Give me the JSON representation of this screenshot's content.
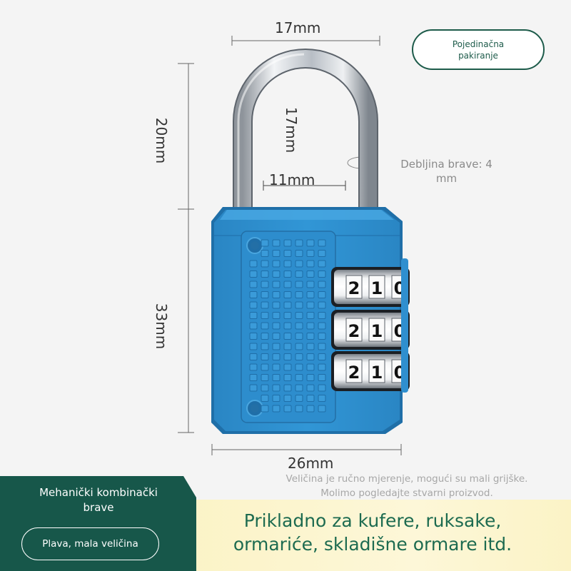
{
  "badge": {
    "line1": "Pojedinačna",
    "line2": "pakiranje"
  },
  "dimensions": {
    "top_width": "17mm",
    "shackle_height": "17mm",
    "shackle_inner": "11mm",
    "upper_height": "20mm",
    "body_height": "33mm",
    "body_width": "26mm"
  },
  "thickness": {
    "line1": "Debljina brave: 4",
    "line2": "mm"
  },
  "dials": {
    "rows": [
      [
        "2",
        "1",
        "0"
      ],
      [
        "2",
        "1",
        "0"
      ],
      [
        "2",
        "1",
        "0"
      ]
    ]
  },
  "note": {
    "line1": "Veličina je ručno mjerenje, mogući su mali grijške.",
    "line2": "Molimo pogledajte stvarni proizvod."
  },
  "footer": {
    "product_line1": "Mehanički kombinački",
    "product_line2": "brave",
    "variant": "Plava, mala veličina",
    "headline_line1": "Prikladno za kufere, ruksake,",
    "headline_line2": "ormariće, skladišne ormare itd."
  },
  "colors": {
    "lock_body": "#2f8fcf",
    "lock_body_dark": "#1f6fa8",
    "shackle": "#c9cdd2",
    "footer_green": "#17574a",
    "footer_yellow": "#fbf3c6",
    "headline_green": "#1d6b50"
  }
}
